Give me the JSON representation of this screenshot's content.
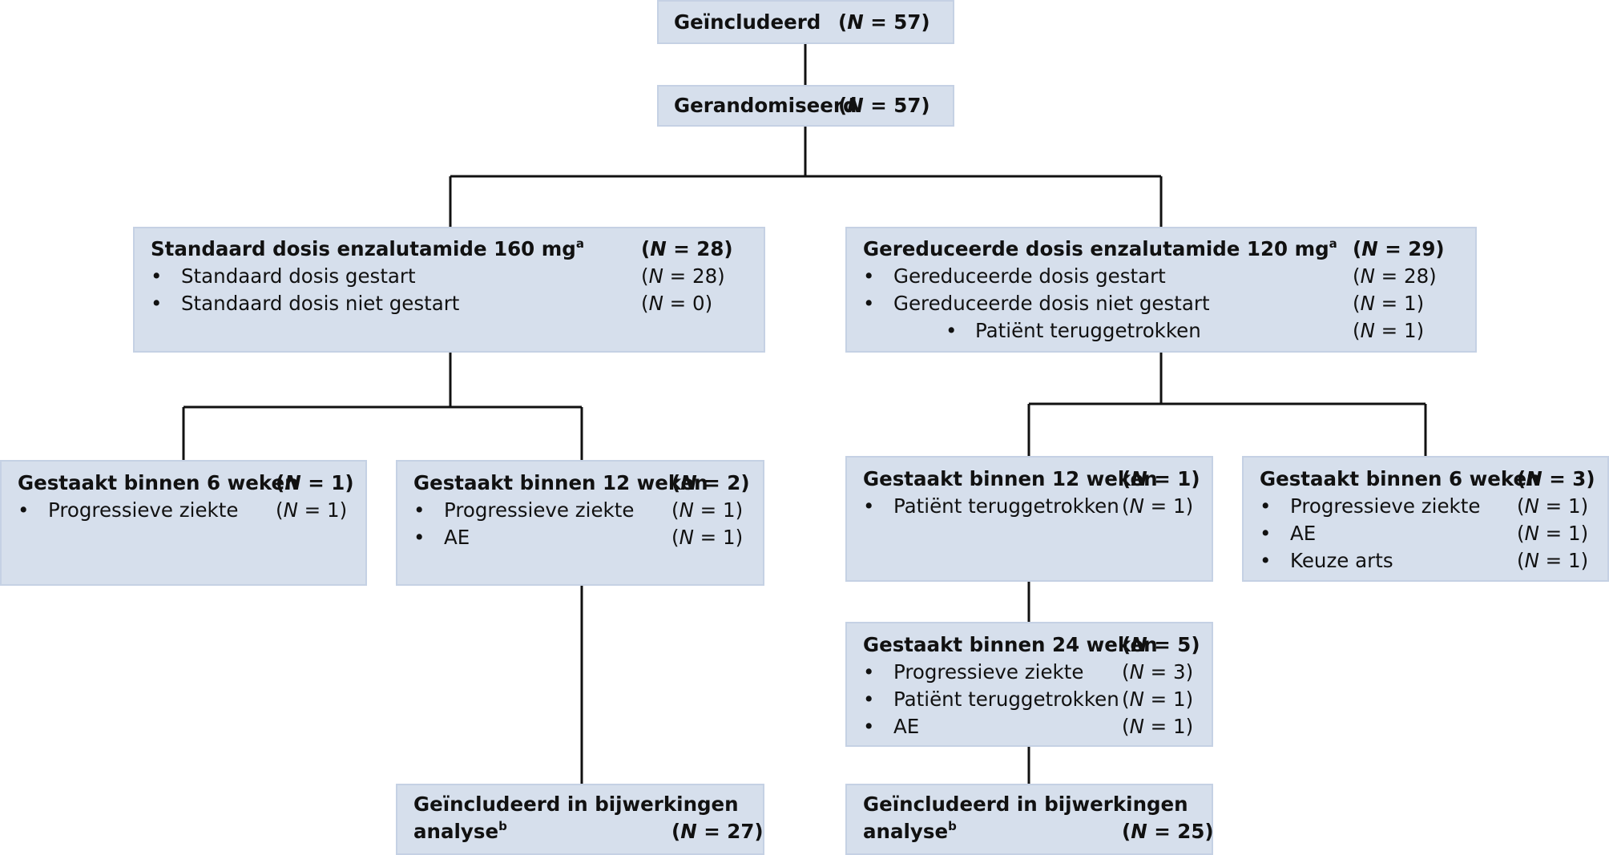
{
  "nodes": {
    "included": {
      "title": "Geïncludeerd",
      "n": "(N = 57)"
    },
    "randomized": {
      "title": "Gerandomiseerd",
      "n": "(N = 57)"
    },
    "standard": {
      "title": "Standaard dosis enzalutamide 160 mg",
      "sup": "a",
      "n": "(N = 28)",
      "items": [
        {
          "bullet": "•",
          "label": "Standaard dosis gestart",
          "n": "(N = 28)"
        },
        {
          "bullet": "•",
          "label": "Standaard dosis niet gestart",
          "n": "(N = 0)"
        }
      ]
    },
    "reduced": {
      "title": "Gereduceerde dosis enzalutamide 120 mg",
      "sup": "a",
      "n": "(N = 29)",
      "items": [
        {
          "bullet": "•",
          "label": "Gereduceerde dosis gestart",
          "n": "(N = 28)"
        },
        {
          "bullet": "•",
          "label": "Gereduceerde dosis niet gestart",
          "n": "(N = 1)"
        },
        {
          "bullet": "•",
          "label": "Patiënt teruggetrokken",
          "n": "(N = 1)"
        }
      ]
    },
    "std_stop6": {
      "title": "Gestaakt binnen 6 weken",
      "n": "(N = 1)",
      "items": [
        {
          "bullet": "•",
          "label": "Progressieve ziekte",
          "n": "(N = 1)"
        }
      ]
    },
    "std_stop12": {
      "title": "Gestaakt binnen 12 weken",
      "n": "(N = 2)",
      "items": [
        {
          "bullet": "•",
          "label": "Progressieve ziekte",
          "n": "(N = 1)"
        },
        {
          "bullet": "•",
          "label": "AE",
          "n": "(N = 1)"
        }
      ]
    },
    "red_stop12": {
      "title": "Gestaakt binnen 12 weken",
      "n": "(N = 1)",
      "items": [
        {
          "bullet": "•",
          "label": "Patiënt teruggetrokken",
          "n": "(N = 1)"
        }
      ]
    },
    "red_stop6": {
      "title": "Gestaakt binnen 6 weken",
      "n": "(N = 3)",
      "items": [
        {
          "bullet": "•",
          "label": "Progressieve ziekte",
          "n": "(N = 1)"
        },
        {
          "bullet": "•",
          "label": "AE",
          "n": "(N = 1)"
        },
        {
          "bullet": "•",
          "label": "Keuze arts",
          "n": "(N = 1)"
        }
      ]
    },
    "red_stop24": {
      "title": "Gestaakt binnen 24 weken",
      "n": "(N = 5)",
      "items": [
        {
          "bullet": "•",
          "label": "Progressieve ziekte",
          "n": "(N = 3)"
        },
        {
          "bullet": "•",
          "label": "Patiënt teruggetrokken",
          "n": "(N = 1)"
        },
        {
          "bullet": "•",
          "label": "AE",
          "n": "(N = 1)"
        }
      ]
    },
    "std_analysis": {
      "title_line1": "Geïncludeerd in bijwerkingen",
      "title_line2": "analyse",
      "sup": "b",
      "n": "(N = 27)"
    },
    "red_analysis": {
      "title_line1": "Geïncludeerd in bijwerkingen",
      "title_line2": "analyse",
      "sup": "b",
      "n": "(N = 25)"
    }
  },
  "colors": {
    "box_fill": "#d6dfec",
    "box_border": "#c5d1e4",
    "line": "#111111"
  }
}
